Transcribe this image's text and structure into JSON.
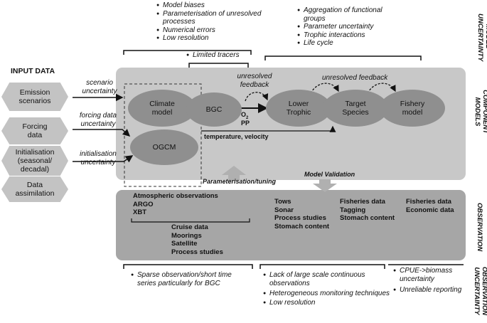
{
  "title": "",
  "model_uncertainty": {
    "label": "MODEL UNCERTAINTY",
    "group_a": [
      "Model biases",
      "Parameterisation of unresolved processes",
      "Numerical errors",
      "Low  resolution"
    ],
    "group_b": [
      "Limited tracers"
    ],
    "group_c": [
      "Aggregation of functional groups",
      "Parameter uncertainty",
      "Trophic interactions",
      "Life cycle"
    ]
  },
  "input_data": {
    "heading": "INPUT DATA",
    "items": [
      "Emission scenarios",
      "Forcing data",
      "Initialisation (seasonal/ decadal)",
      "Data assimilation"
    ],
    "uncertainties": [
      "scenario uncertainty",
      "forcing data uncertainty",
      "initialisation uncertainty"
    ]
  },
  "component_models": {
    "label": "COMPONENT MODELS",
    "nodes": [
      "Climate model",
      "BGC",
      "OGCM",
      "Lower Trophic",
      "Target Species",
      "Fishery model"
    ],
    "feedback_1": "unresolved feedback",
    "feedback_2": "unresolved feedback",
    "o2": "O",
    "o2_sub": "2",
    "pp": "PP",
    "temp_velocity": "temperature, velocity"
  },
  "links": {
    "param_tuning": "Parameterisation/tuning",
    "model_validation": "Model Validation"
  },
  "observation": {
    "label": "OBSERVATION",
    "col1_top": [
      "Atmospheric observations",
      "ARGO",
      "XBT"
    ],
    "col1_bottom": [
      "Cruise data",
      "Moorings",
      "Satellite",
      "Process studies"
    ],
    "col2": [
      "Tows",
      "Sonar",
      "Process studies",
      "Stomach content"
    ],
    "col3": [
      "Fisheries data",
      "Tagging",
      "Stomach content"
    ],
    "col4": [
      "Fisheries data",
      "Economic data"
    ]
  },
  "observation_uncertainty": {
    "label": "OBSERVATION UNCERTAINTY",
    "group_a": [
      "Sparse observation/short time series particularly for BGC"
    ],
    "group_b": [
      "Lack of large scale continuous observations",
      "Heterogeneous monitoring techniques",
      "Low resolution"
    ],
    "group_c": [
      "CPUE->biomass uncertainty",
      "Unreliable reporting"
    ]
  },
  "colors": {
    "component_panel": "#c8c8c8",
    "observation_panel": "#a6a6a6",
    "nodes": "#8f8f8f",
    "input_hex": "#c3c3c3"
  },
  "icons": [
    "bullet-icon",
    "arrow-icon"
  ]
}
